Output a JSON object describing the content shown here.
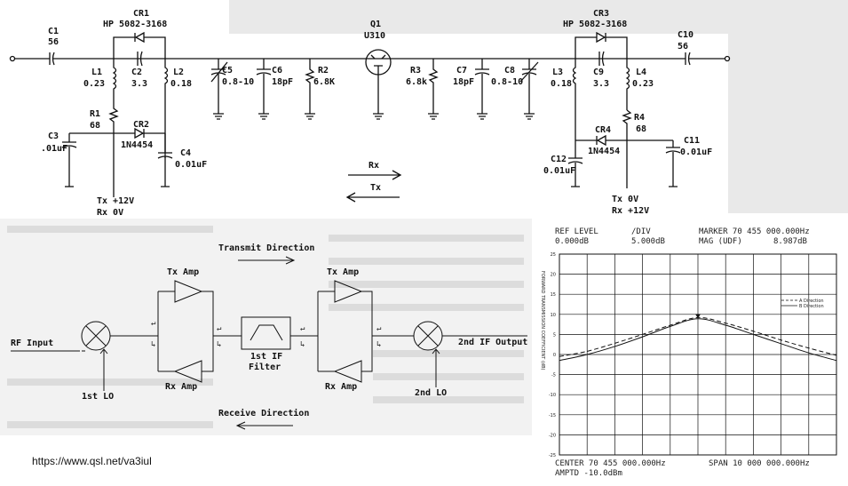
{
  "schematic": {
    "parts": {
      "c1": {
        "ref": "C1",
        "val": "56"
      },
      "cr1": {
        "ref": "CR1",
        "val": "HP 5082-3168"
      },
      "l1": {
        "ref": "L1",
        "val": "0.23"
      },
      "c2": {
        "ref": "C2",
        "val": "3.3"
      },
      "l2": {
        "ref": "L2",
        "val": "0.18"
      },
      "c5": {
        "ref": "C5",
        "val": "0.8-10"
      },
      "c6": {
        "ref": "C6",
        "val": "18pF"
      },
      "r2": {
        "ref": "R2",
        "val": "6.8K"
      },
      "q1": {
        "ref": "Q1",
        "val": "U310"
      },
      "r3": {
        "ref": "R3",
        "val": "6.8k"
      },
      "c7": {
        "ref": "C7",
        "val": "18pF"
      },
      "c8": {
        "ref": "C8",
        "val": "0.8-10"
      },
      "cr3": {
        "ref": "CR3",
        "val": "HP 5082-3168"
      },
      "l3": {
        "ref": "L3",
        "val": "0.18"
      },
      "c9": {
        "ref": "C9",
        "val": "3.3"
      },
      "l4": {
        "ref": "L4",
        "val": "0.23"
      },
      "c10": {
        "ref": "C10",
        "val": "56"
      },
      "r1": {
        "ref": "R1",
        "val": "68"
      },
      "cr2": {
        "ref": "CR2",
        "val": "1N4454"
      },
      "c3": {
        "ref": "C3",
        "val": ".01uF"
      },
      "c4": {
        "ref": "C4",
        "val": "0.01uF"
      },
      "r4": {
        "ref": "R4",
        "val": "68"
      },
      "cr4": {
        "ref": "CR4",
        "val": "1N4454"
      },
      "c11": {
        "ref": "C11",
        "val": "0.01uF"
      },
      "c12": {
        "ref": "C12",
        "val": "0.01uF"
      }
    },
    "left_supply": {
      "tx": "Tx +12V",
      "rx": "Rx    0V"
    },
    "right_supply": {
      "tx": "Tx    0V",
      "rx": "Rx +12V"
    },
    "dir_rx": "Rx",
    "dir_tx": "Tx"
  },
  "block": {
    "transmit_direction": "Transmit Direction",
    "receive_direction": "Receive Direction",
    "rf_input": "RF Input",
    "lo1": "1st LO",
    "tx_amp": "Tx Amp",
    "rx_amp": "Rx Amp",
    "filter_line1": "1st IF",
    "filter_line2": "Filter",
    "lo2": "2nd LO",
    "if_output": "2nd IF Output"
  },
  "analyzer": {
    "ref_level_label": "REF LEVEL",
    "ref_level_value": "0.000dB",
    "div_label": "/DIV",
    "div_value": "5.000dB",
    "marker_label": "MARKER 70 455 000.000Hz",
    "mag_label": "MAG (UDF)",
    "mag_value": "8.987dB",
    "center": "CENTER 70 455 000.000Hz",
    "span": "SPAN 10 000 000.000Hz",
    "ampto": "AMPTD -10.0dBm",
    "y_title": "FORWARD TRANSMISSION COEFFICIENT (dB)",
    "legend_a": "A Direction",
    "legend_b": "B Direction"
  },
  "chart_data": {
    "type": "line",
    "x": [
      -5,
      -4,
      -3,
      -2,
      -1,
      0,
      1,
      2,
      3,
      4,
      5
    ],
    "series": [
      {
        "name": "A Direction",
        "values": [
          -0.5,
          0.8,
          2.8,
          5.0,
          7.3,
          9.2,
          7.8,
          5.8,
          3.6,
          1.6,
          -0.2
        ]
      },
      {
        "name": "B Direction",
        "values": [
          -1.5,
          0.0,
          2.0,
          4.4,
          7.0,
          8.9,
          7.3,
          5.0,
          2.7,
          0.4,
          -1.5
        ]
      }
    ],
    "ylim": [
      -25,
      25
    ],
    "yticks": [
      25,
      20,
      15,
      10,
      5,
      0,
      -5,
      -10,
      -15,
      -20,
      -25
    ],
    "xlim": [
      -5,
      5
    ],
    "grid": true,
    "legend": "right",
    "marker": {
      "x": 0,
      "y": 8.987
    }
  },
  "source_url": "https://www.qsl.net/va3iul"
}
